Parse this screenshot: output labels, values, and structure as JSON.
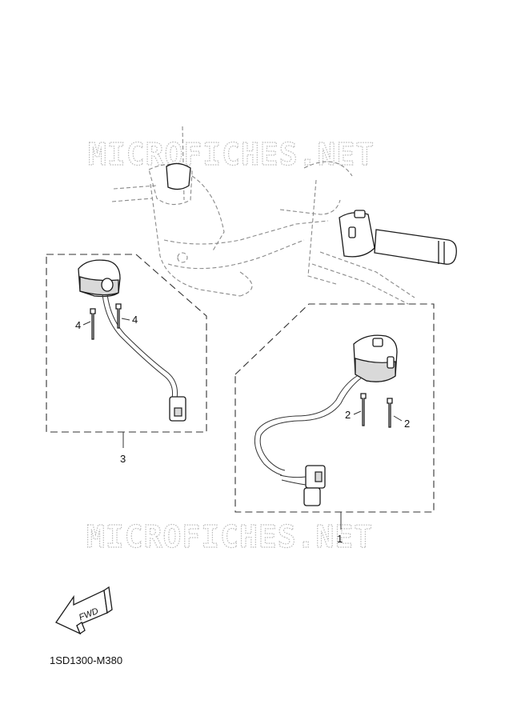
{
  "watermark": {
    "top_text": "MICROFICHES.NET",
    "bottom_text": "MICROFICHES.NET"
  },
  "callouts": {
    "part_1": "1",
    "part_2a": "2",
    "part_2b": "2",
    "part_3": "3",
    "part_4a": "4",
    "part_4b": "4"
  },
  "fwd_arrow": {
    "label": "FWD"
  },
  "diagram_code": "1SD1300-M380"
}
